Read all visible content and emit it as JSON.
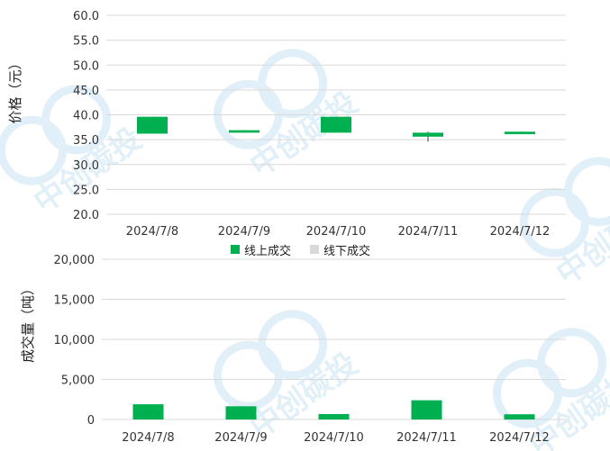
{
  "watermark": "中创碳投",
  "colors": {
    "online": "#00b050",
    "offline": "#d9d9d9",
    "grid": "#d9d9d9",
    "wick": "#404040"
  },
  "legend": [
    {
      "label": "线上成交",
      "color": "#00b050"
    },
    {
      "label": "线下成交",
      "color": "#d9d9d9"
    }
  ],
  "chart_data": [
    {
      "type": "candlestick",
      "ylabel": "价格（元）",
      "ylim": [
        20,
        60
      ],
      "yticks": [
        "20.0",
        "25.0",
        "30.0",
        "35.0",
        "40.0",
        "45.0",
        "50.0",
        "55.0",
        "60.0"
      ],
      "categories": [
        "2024/7/8",
        "2024/7/9",
        "2024/7/10",
        "2024/7/11",
        "2024/7/12"
      ],
      "series": [
        {
          "name": "线上成交",
          "open": [
            39.6,
            36.9,
            39.6,
            36.4,
            36.6
          ],
          "close": [
            36.2,
            36.4,
            36.4,
            35.6,
            36.1
          ],
          "high": [
            39.6,
            36.9,
            39.6,
            36.6,
            36.6
          ],
          "low": [
            36.2,
            36.4,
            36.4,
            34.6,
            36.1
          ]
        }
      ]
    },
    {
      "type": "bar",
      "ylabel": "成交量（吨）",
      "ylim": [
        0,
        20000
      ],
      "yticks": [
        "0",
        "5,000",
        "10,000",
        "15,000",
        "20,000"
      ],
      "categories": [
        "2024/7/8",
        "2024/7/9",
        "2024/7/10",
        "2024/7/11",
        "2024/7/12"
      ],
      "series": [
        {
          "name": "线上成交",
          "values": [
            1900,
            1650,
            680,
            2400,
            650
          ]
        },
        {
          "name": "线下成交",
          "values": [
            0,
            0,
            0,
            0,
            0
          ]
        }
      ]
    }
  ]
}
